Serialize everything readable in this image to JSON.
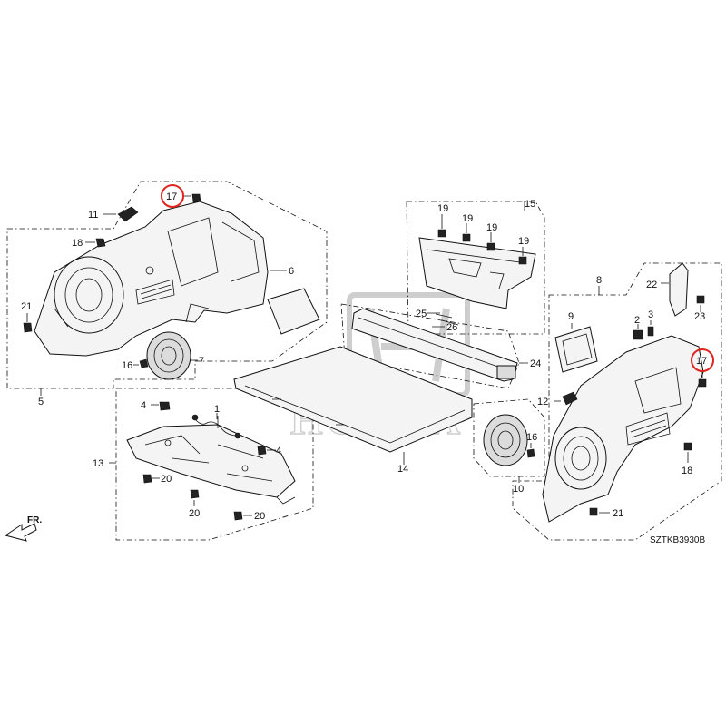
{
  "diagram_code": "SZTKB3930B",
  "direction_label": "FR.",
  "watermark": "HONDA",
  "highlight_color": "#e0231c",
  "callouts": {
    "c1": "1",
    "c2": "2",
    "c3": "3",
    "c4a": "4",
    "c4b": "4",
    "c5": "5",
    "c6": "6",
    "c7": "7",
    "c8": "8",
    "c9": "9",
    "c10": "10",
    "c11": "11",
    "c12": "12",
    "c13": "13",
    "c14": "14",
    "c15": "15",
    "c16a": "16",
    "c16b": "16",
    "c17a": "17",
    "c17b": "17",
    "c18a": "18",
    "c18b": "18",
    "c19a": "19",
    "c19b": "19",
    "c19c": "19",
    "c19d": "19",
    "c20a": "20",
    "c20b": "20",
    "c20c": "20",
    "c21a": "21",
    "c21b": "21",
    "c22": "22",
    "c23": "23",
    "c24": "24",
    "c25": "25",
    "c26": "26"
  }
}
